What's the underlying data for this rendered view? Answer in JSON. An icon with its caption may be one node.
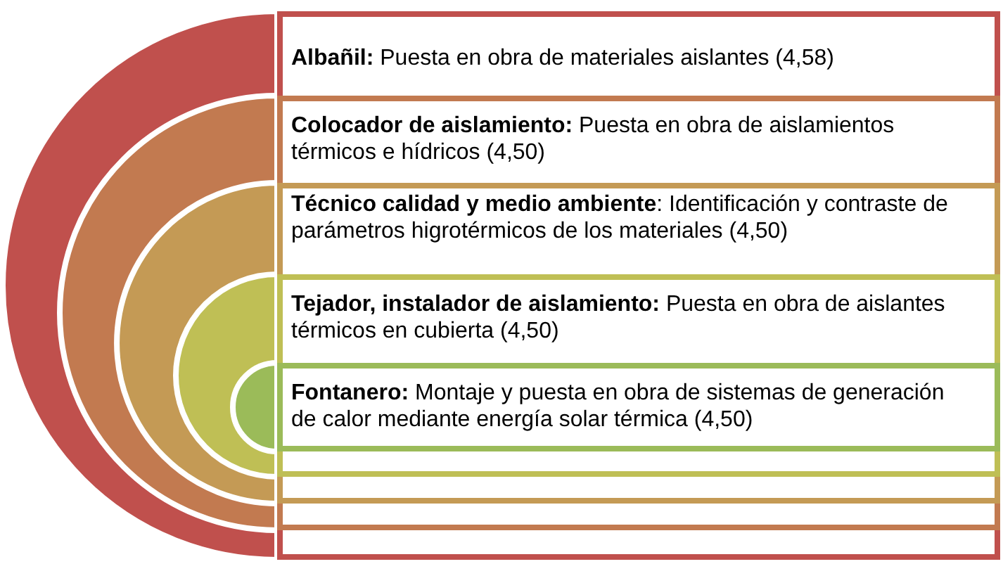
{
  "diagram": {
    "nodes": [
      {
        "text": [
          "**Albañil:** Puesta en obra de materiales aislantes (4,58)"
        ]
      },
      {
        "text": [
          "**Colocador de aislamiento:** Puesta en obra de aislamientos térmicos e hídricos (4,50)"
        ],
        "in": 0
      },
      {
        "text": [
          "**Técnico calidad y medio ambiente**: Identificación y contraste de parámetros higrotérmicos de los materiales (4,50)"
        ],
        "in": 1
      },
      {
        "text": [
          "**Tejador, instalador de aislamiento:** Puesta en obra de aislantes térmicos en cubierta (4,50)"
        ],
        "in": 2
      },
      {
        "text": [
          "**Fontanero:** Montaje y puesta en obra de sistemas de generación de calor mediante energía solar térmica (4,50)"
        ],
        "in": 3
      }
    ]
  }
}
